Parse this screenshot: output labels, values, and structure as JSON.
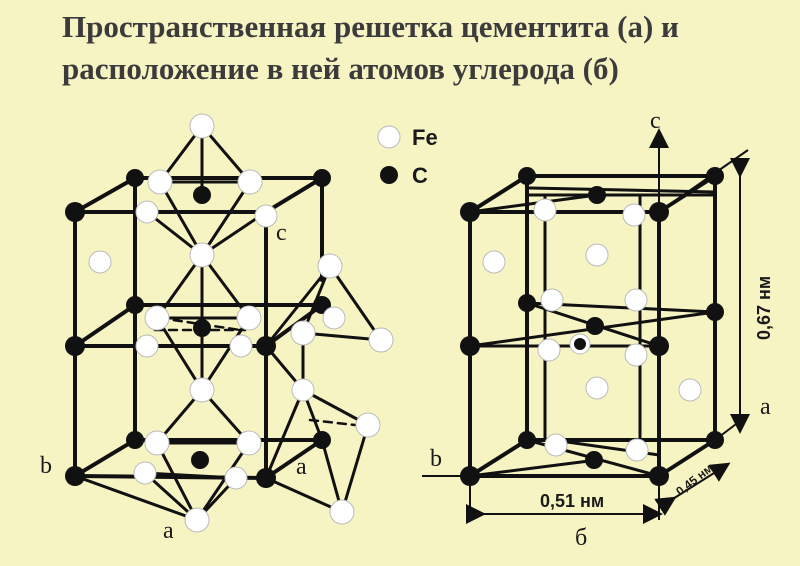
{
  "title": {
    "line1": "Пространственная решетка цементита (а) и",
    "line2": "расположение в ней атомов углерода (б)"
  },
  "legend": {
    "fe_label": "Fe",
    "c_label": "C"
  },
  "left_figure": {
    "label_c": "c",
    "label_b": "b",
    "label_a_right": "a",
    "label_a_bottom": "a"
  },
  "right_figure": {
    "label_c": "c",
    "label_b": "b",
    "label_a": "a",
    "dim_width": "0,51 нм",
    "dim_depth": "0,45 нм",
    "dim_height": "0,67 нм",
    "caption": "б"
  },
  "colors": {
    "background": "#f7f4c4",
    "line": "#111111",
    "fe_atom": "#ffffff",
    "c_atom": "#111111",
    "title_text": "#3b3b3b"
  }
}
